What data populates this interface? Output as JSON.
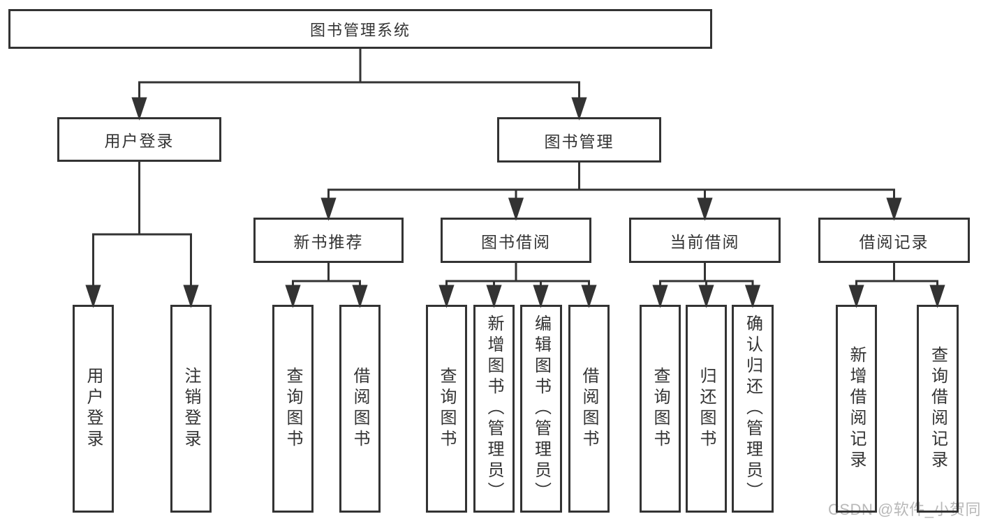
{
  "colors": {
    "line": "#333333",
    "text": "#333333",
    "watermark": "#b8b8b8",
    "background": "#ffffff"
  },
  "watermark": {
    "text": "CSDN @软件_小贺同学"
  },
  "tree": {
    "label": "图书管理系统",
    "children": [
      {
        "label": "用户登录",
        "children": [
          {
            "label": "用户登录"
          },
          {
            "label": "注销登录"
          }
        ]
      },
      {
        "label": "图书管理",
        "children": [
          {
            "label": "新书推荐",
            "children": [
              {
                "label": "查询图书"
              },
              {
                "label": "借阅图书"
              }
            ]
          },
          {
            "label": "图书借阅",
            "children": [
              {
                "label": "查询图书"
              },
              {
                "label": "新增图书（管理员）"
              },
              {
                "label": "编辑图书（管理员）"
              },
              {
                "label": "借阅图书"
              }
            ]
          },
          {
            "label": "当前借阅",
            "children": [
              {
                "label": "查询图书"
              },
              {
                "label": "归还图书"
              },
              {
                "label": "确认归还（管理员）"
              }
            ]
          },
          {
            "label": "借阅记录",
            "children": [
              {
                "label": "新增借阅记录"
              },
              {
                "label": "查询借阅记录"
              }
            ]
          }
        ]
      }
    ]
  }
}
